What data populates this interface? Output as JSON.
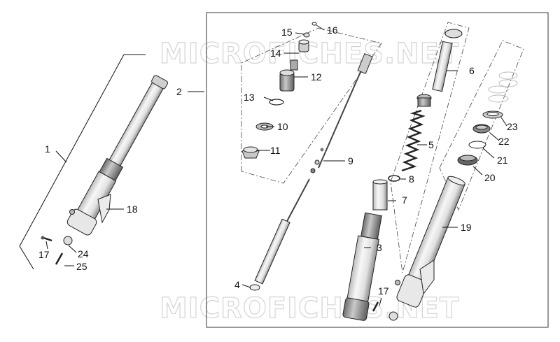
{
  "watermark": "MICROFICHES.NET",
  "labels": {
    "l1": "1",
    "l2": "2",
    "l3": "3",
    "l4": "4",
    "l5": "5",
    "l6": "6",
    "l7": "7",
    "l8": "8",
    "l9": "9",
    "l10": "10",
    "l11": "11",
    "l12": "12",
    "l13": "13",
    "l14": "14",
    "l15": "15",
    "l16": "16",
    "l17a": "17",
    "l17b": "17",
    "l18": "18",
    "l19": "19",
    "l20": "20",
    "l21": "21",
    "l22": "22",
    "l23": "23",
    "l24": "24",
    "l25": "25"
  },
  "colors": {
    "line": "#111111",
    "frame": "#333333",
    "watermark": "#d4d4d4",
    "part_fill": "#f2f2f2",
    "part_dark": "#9a9a9a"
  }
}
